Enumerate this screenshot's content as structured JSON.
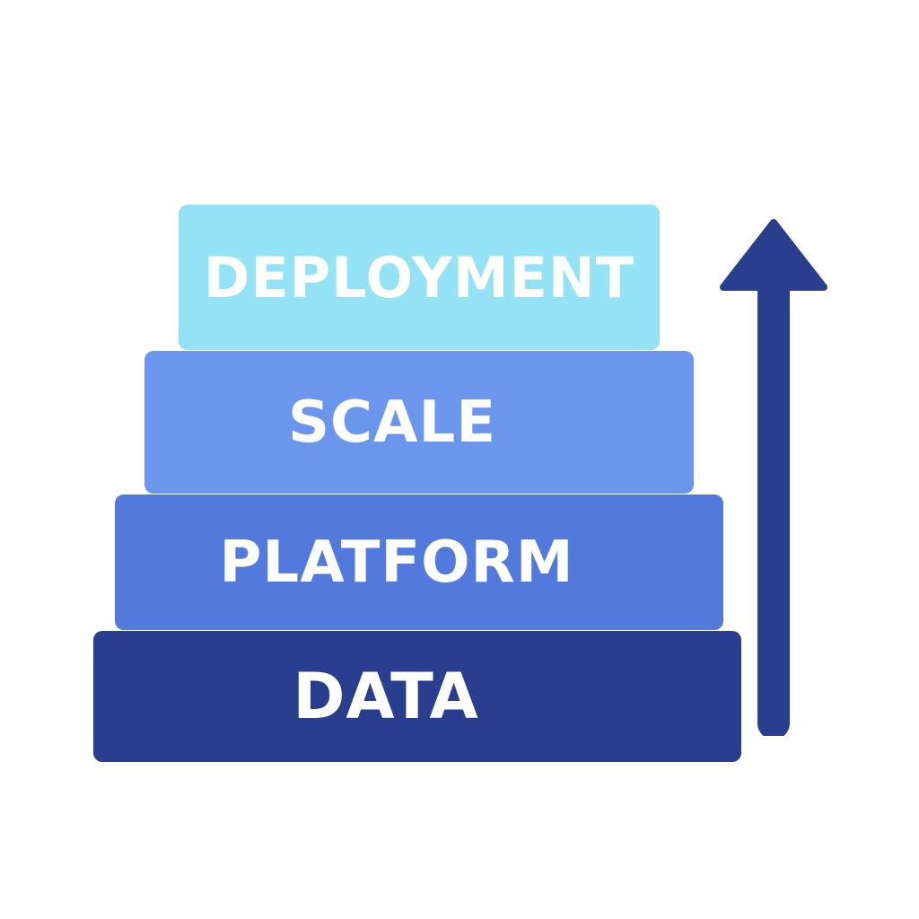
{
  "diagram": {
    "layers": [
      {
        "label": "DEPLOYMENT",
        "color": "#93E2F5"
      },
      {
        "label": "SCALE",
        "color": "#6A96EE"
      },
      {
        "label": "PLATFORM",
        "color": "#527ADC"
      },
      {
        "label": "DATA",
        "color": "#2A3E90"
      }
    ],
    "arrow": {
      "color": "#2A3E90",
      "direction": "up"
    }
  }
}
